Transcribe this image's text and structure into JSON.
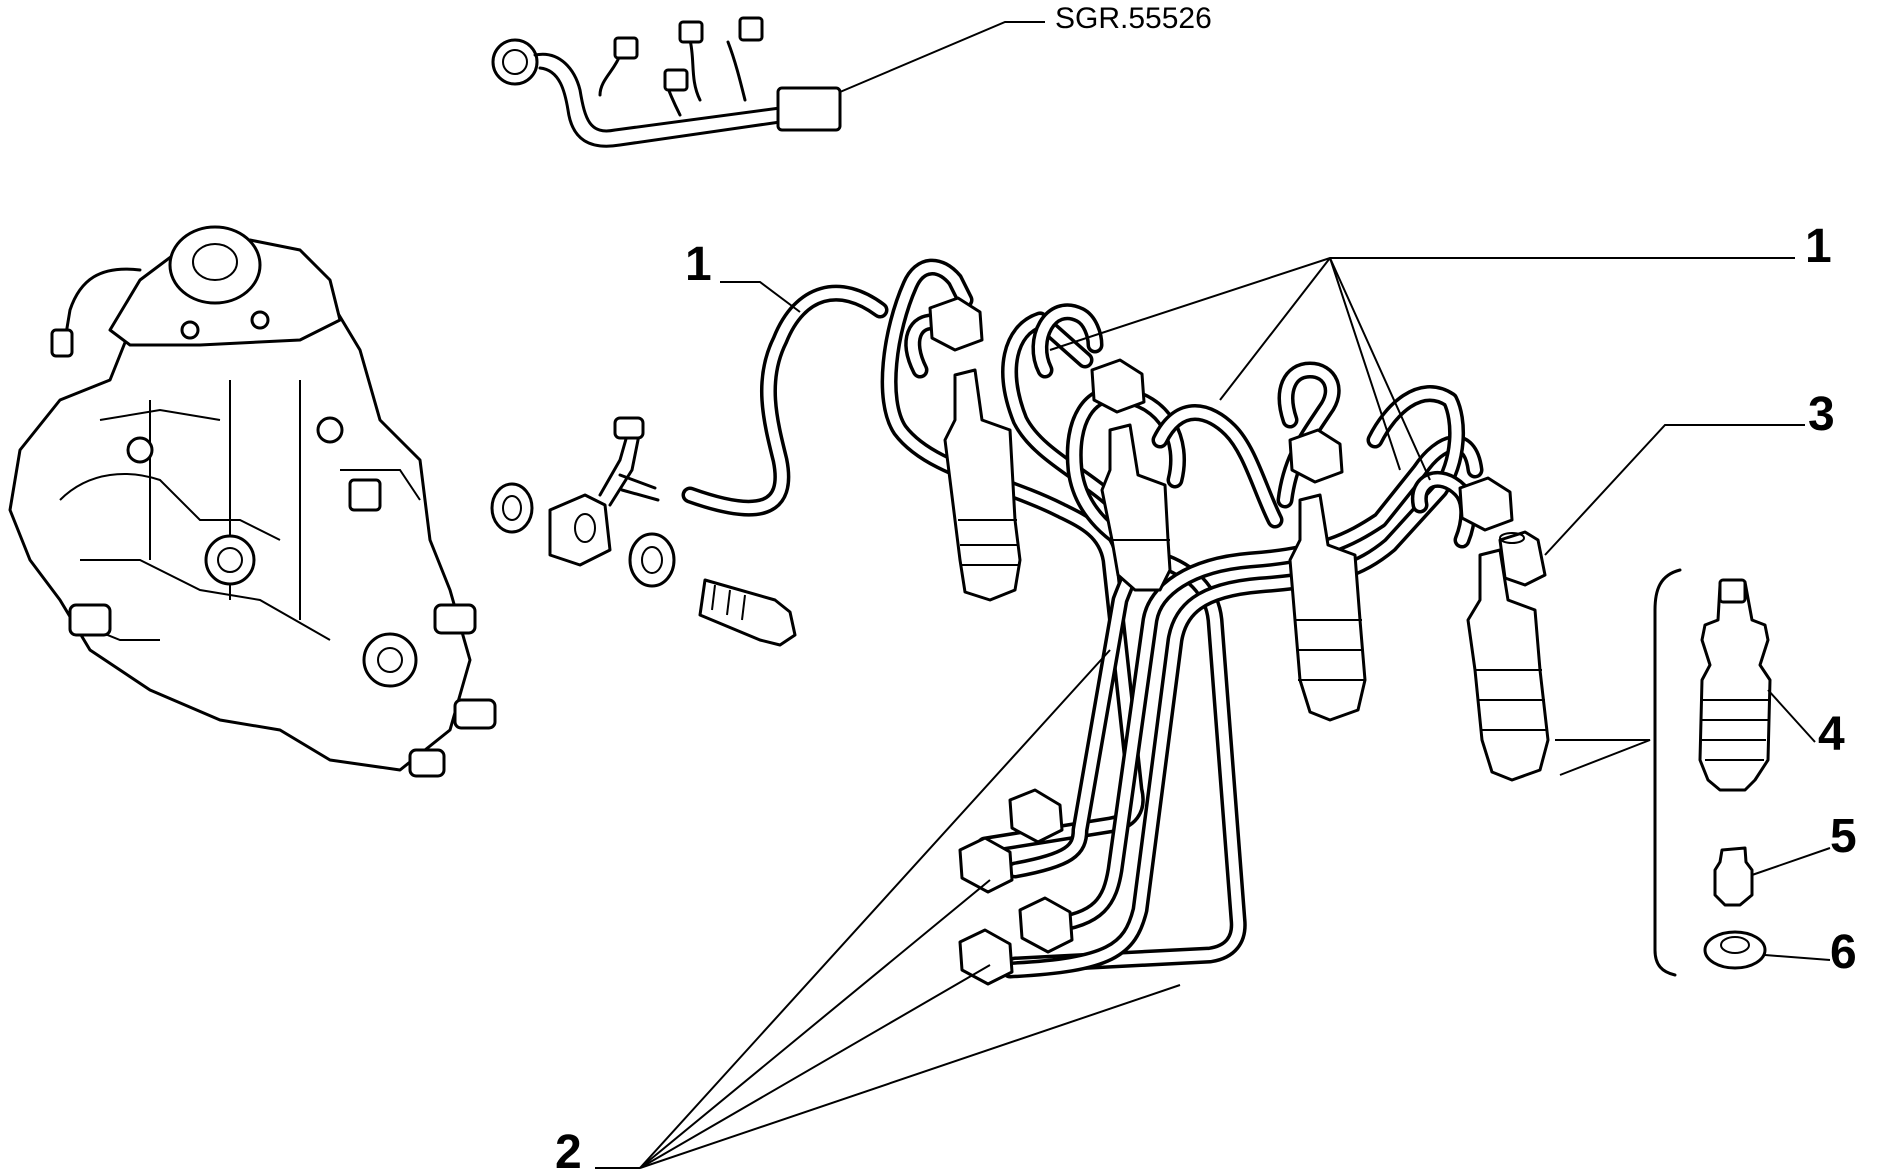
{
  "reference_code": "SGR.55526",
  "callouts": {
    "c1_left": "1",
    "c1_right": "1",
    "c2": "2",
    "c3": "3",
    "c4": "4",
    "c5": "5",
    "c6": "6"
  }
}
